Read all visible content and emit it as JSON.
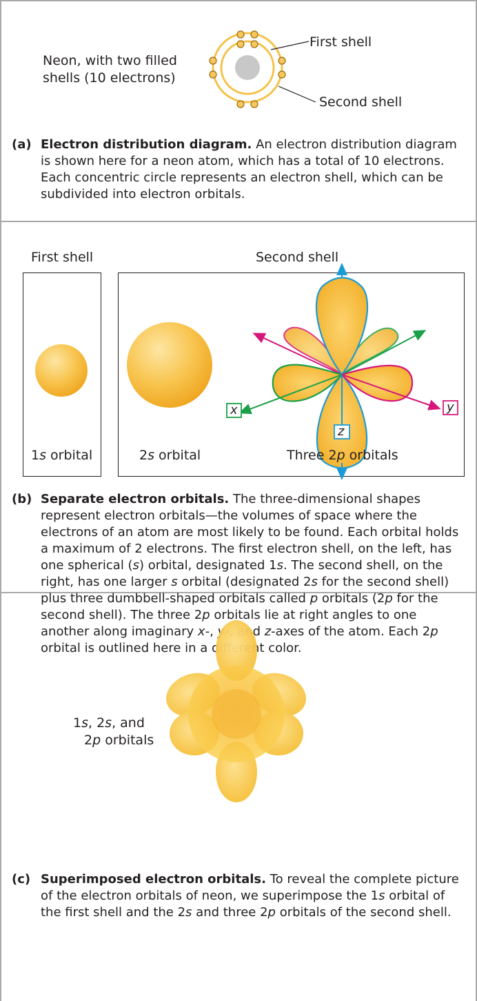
{
  "panel_a": {
    "atom_label_line1": "Neon, with two filled",
    "atom_label_line2": "shells (10 electrons)",
    "first_shell_callout": "First shell",
    "second_shell_callout": "Second shell",
    "caption_label": "(a)",
    "caption_title": "Electron distribution diagram.",
    "caption_body": "An electron distribution diagram is shown here for a neon atom, which has a total of 10 electrons. Each concentric circle represents an electron shell, which can be subdivided into electron orbitals.",
    "electron_count": 10
  },
  "panel_b": {
    "first_shell_heading": "First shell",
    "second_shell_heading": "Second shell",
    "orbital_1s_num": "1",
    "orbital_1s_s": "s",
    "orbital_1s_rest": " orbital",
    "orbital_2s_num": "2",
    "orbital_2s_s": "s",
    "orbital_2s_rest": " orbital",
    "orbital_2p_pre": "Three 2",
    "orbital_2p_p": "p",
    "orbital_2p_rest": " orbitals",
    "axis_x": "x",
    "axis_y": "y",
    "axis_z": "z",
    "caption_label": "(b)",
    "caption_title": "Separate electron orbitals.",
    "caption_body_html": "The three-dimensional shapes represent electron orbitals—the volumes of space where the electrons of an atom are most likely to be found. Each orbital holds a maximum of 2 electrons. The first electron shell, on the left, has one spherical (<i>s</i>) orbital, designated 1<i>s</i>. The second shell, on the right, has one larger <i>s</i> orbital (designated 2<i>s</i> for the second shell) plus three dumbbell-shaped orbitals called <i>p</i> orbitals (2<i>p</i> for the second shell). The three 2<i>p</i> orbitals lie at right angles to one another along imaginary <i>x</i>-, <i>y</i>-, and <i>z</i>-axes of the atom. Each 2<i>p</i> orbital is outlined here in a different color.",
    "colors": {
      "x_axis": "#1aa048",
      "y_axis": "#d6177a",
      "z_axis": "#1a9bd7",
      "orbital_fill": "#f9c02e"
    }
  },
  "panel_c": {
    "label_line1_html": "1<i>s</i>, 2<i>s</i>, and",
    "label_line2_html": "2<i>p</i> orbitals",
    "caption_label": "(c)",
    "caption_title": "Superimposed electron orbitals.",
    "caption_body_html": "To reveal the complete picture of the electron orbitals of neon, we superimpose the 1<i>s</i> orbital of the first shell and the 2<i>s</i> and three 2<i>p</i> orbitals of the second shell."
  }
}
